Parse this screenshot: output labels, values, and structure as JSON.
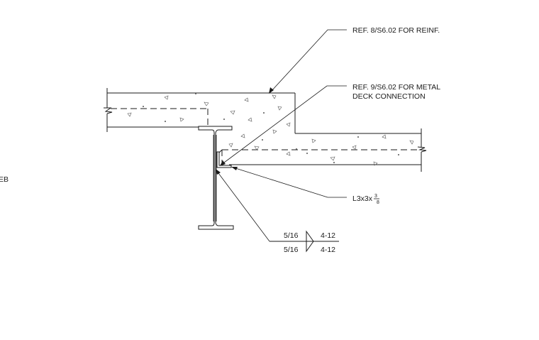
{
  "notes": {
    "edge_fragment": "EB",
    "reinf_ref": "REF. 8/S6.02 FOR REINF.",
    "deck_ref_line1": "REF. 9/S6.02 FOR METAL",
    "deck_ref_line2": "DECK CONNECTION",
    "angle_label_main": "L3x3x",
    "angle_label_frac_num": "3",
    "angle_label_frac_den": "8"
  },
  "weld_symbol": {
    "top_size": "5/16",
    "top_length_pitch": "4-12",
    "bottom_size": "5/16",
    "bottom_length_pitch": "4-12"
  }
}
